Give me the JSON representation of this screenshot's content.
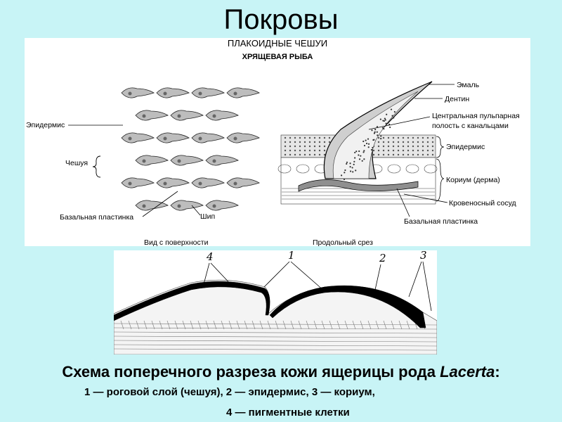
{
  "page": {
    "title": "Покровы"
  },
  "top_figure": {
    "header": "ПЛАКОИДНЫЕ ЧЕШУИ",
    "subheader": "ХРЯЩЕВАЯ РЫБА",
    "left_labels": {
      "epidermis": "Эпидермис",
      "scale": "Чешуя",
      "basal_plate": "Базальная пластинка",
      "spine": "Шип",
      "view_caption": "Вид с поверхности"
    },
    "right_labels": {
      "enamel": "Эмаль",
      "dentin": "Дентин",
      "pulp_line1": "Центральная пульпарная",
      "pulp_line2": "полость с канальцами",
      "epidermis": "Эпидермис",
      "corium": "Кориум (дерма)",
      "blood_vessel": "Кровеносный сосуд",
      "basal_plate": "Базальная пластинка",
      "section_caption": "Продольный срез"
    }
  },
  "bottom_figure": {
    "numbers": {
      "n1": "1",
      "n2": "2",
      "n3": "3",
      "n4": "4"
    }
  },
  "caption": {
    "main_prefix": "Схема поперечного разреза кожи ящерицы рода ",
    "main_italic": "Lacerta",
    "main_suffix": ":",
    "legend_line1": "1 — роговой слой (чешуя), 2 — эпидермис, 3 — кориум,",
    "legend_line2": "4 — пигментные клетки"
  }
}
